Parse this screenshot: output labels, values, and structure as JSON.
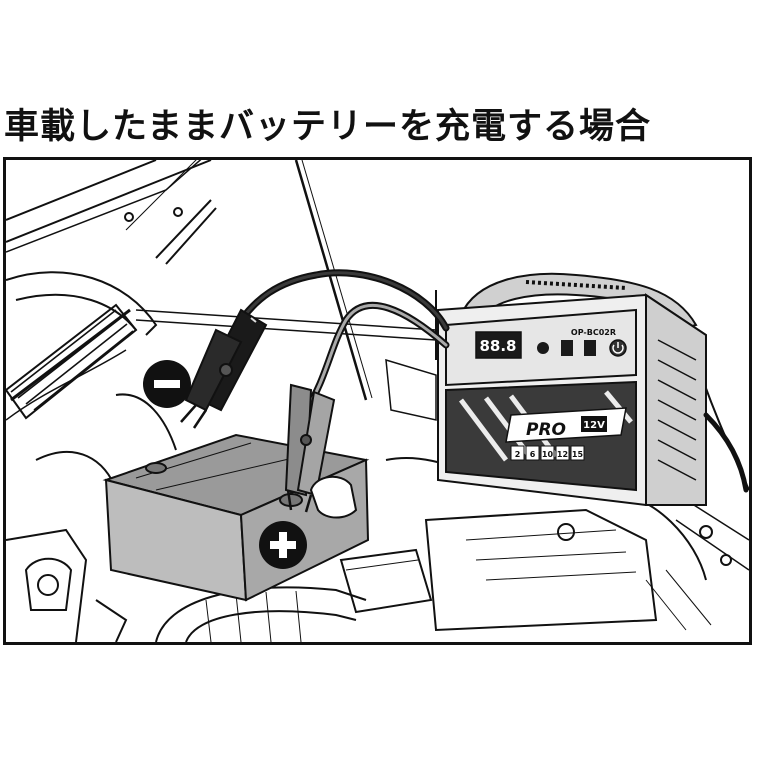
{
  "title": "車載したままバッテリーを充電する場合",
  "terminals": {
    "negative_symbol": "−",
    "positive_symbol": "+"
  },
  "charger": {
    "display": "88.8",
    "model": "OP-BC02R",
    "brand": "PRO",
    "voltage": "12V",
    "capacity_steps": [
      "2",
      "6",
      "10",
      "12",
      "15"
    ]
  },
  "colors": {
    "line": "#111111",
    "charger_panel": "#e6e6e6",
    "charger_dark": "#3a3a3a",
    "clamp_black": "#1a1a1a",
    "clamp_gray": "#8c8c8c",
    "battery_top": "#9a9a9a",
    "battery_body": "#bdbdbd"
  },
  "icons": [
    "minus-icon",
    "plus-icon",
    "power-icon"
  ]
}
